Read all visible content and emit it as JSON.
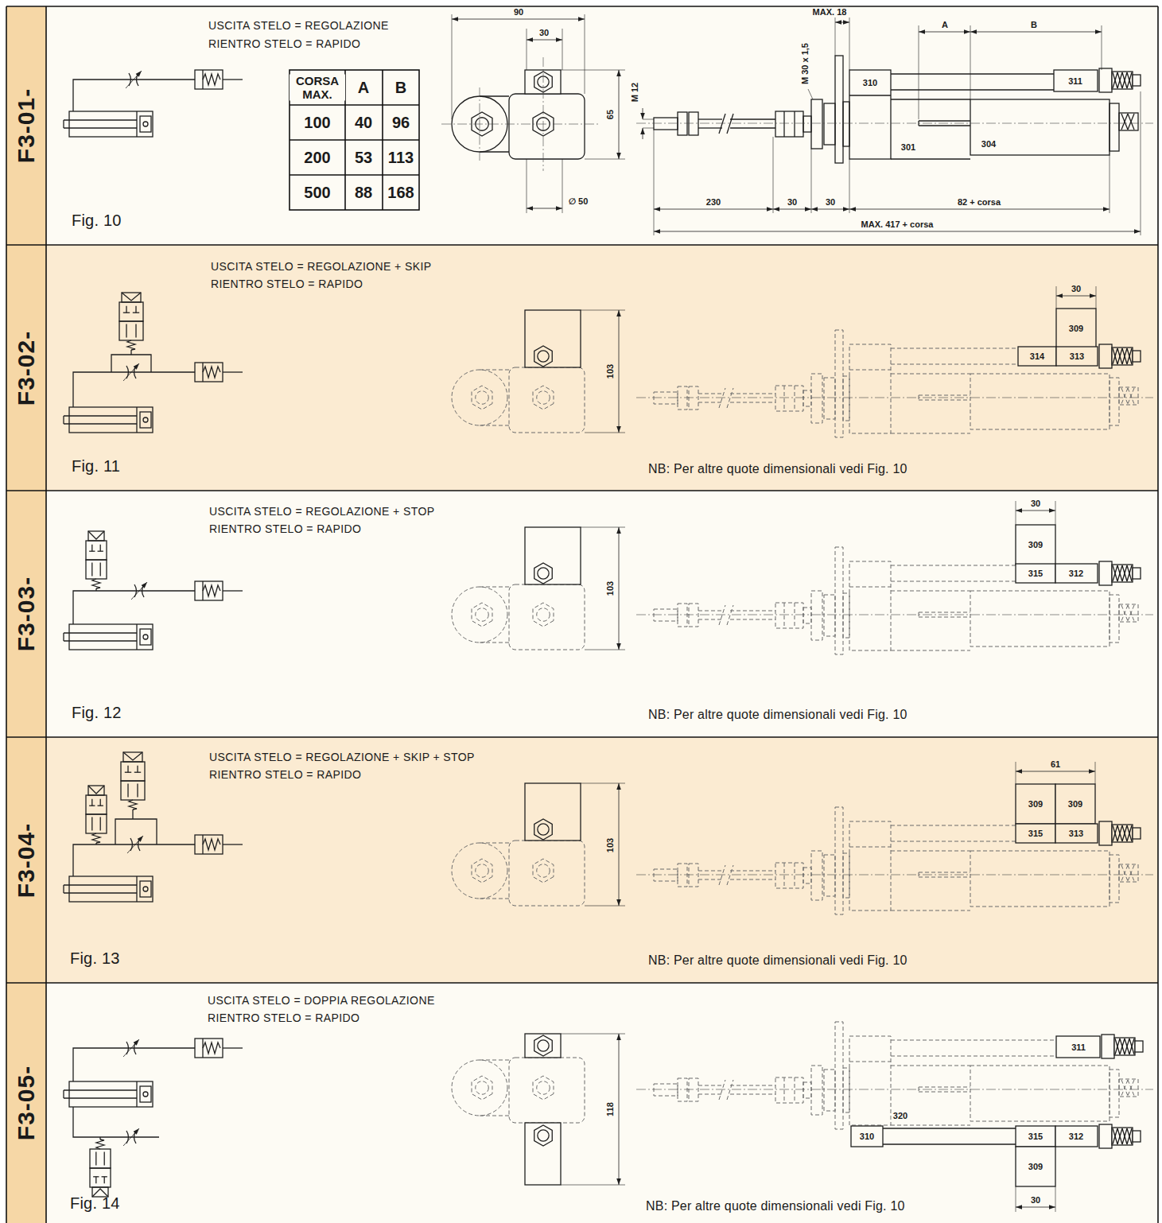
{
  "diagram": {
    "nodes": [
      {
        "text": [
          "F3-01-"
        ]
      },
      {
        "text": [
          "USCITA STELO = REGOLAZIONE",
          "RIENTRO STELO = RAPIDO",
          "Fig. 10"
        ]
      },
      {
        "text": [
          "F3-02-"
        ]
      },
      {
        "text": [
          "USCITA STELO = REGOLAZIONE + SKIP",
          "RIENTRO STELO = RAPIDO",
          "Fig. 11",
          "NB: Per altre quote dimensionali vedi Fig. 10"
        ]
      },
      {
        "text": [
          "F3-03-"
        ]
      },
      {
        "text": [
          "USCITA STELO = REGOLAZIONE + STOP",
          "RIENTRO STELO = RAPIDO",
          "Fig. 12",
          "NB: Per altre quote dimensionali vedi Fig. 10"
        ]
      },
      {
        "text": [
          "F3-04-"
        ]
      },
      {
        "text": [
          "USCITA STELO = REGOLAZIONE + SKIP + STOP",
          "RIENTRO STELO = RAPIDO",
          "Fig. 13",
          "NB: Per altre quote dimensionali vedi Fig. 10"
        ]
      },
      {
        "text": [
          "F3-05-"
        ]
      },
      {
        "text": [
          "USCITA STELO = DOPPIA REGOLAZIONE",
          "RIENTRO STELO = RAPIDO",
          "Fig. 14",
          "NB: Per altre quote dimensionali vedi Fig. 10"
        ]
      }
    ],
    "labels": [
      "CORSA MAX.",
      "A",
      "B",
      "100",
      "40",
      "96",
      "200",
      "53",
      "113",
      "500",
      "88",
      "168",
      "90",
      "30",
      "65",
      "M 12",
      "∅ 50",
      "MAX. 18",
      "A",
      "B",
      "M 30 x 1,5",
      "310",
      "311",
      "301",
      "304",
      "230",
      "30",
      "30",
      "82 + corsa",
      "MAX. 417 + corsa",
      "30",
      "309",
      "314",
      "313",
      "103",
      "30",
      "309",
      "315",
      "312",
      "103",
      "61",
      "309",
      "309",
      "315",
      "313",
      "103",
      "311",
      "320",
      "310",
      "315",
      "312",
      "309",
      "118",
      "30"
    ]
  }
}
